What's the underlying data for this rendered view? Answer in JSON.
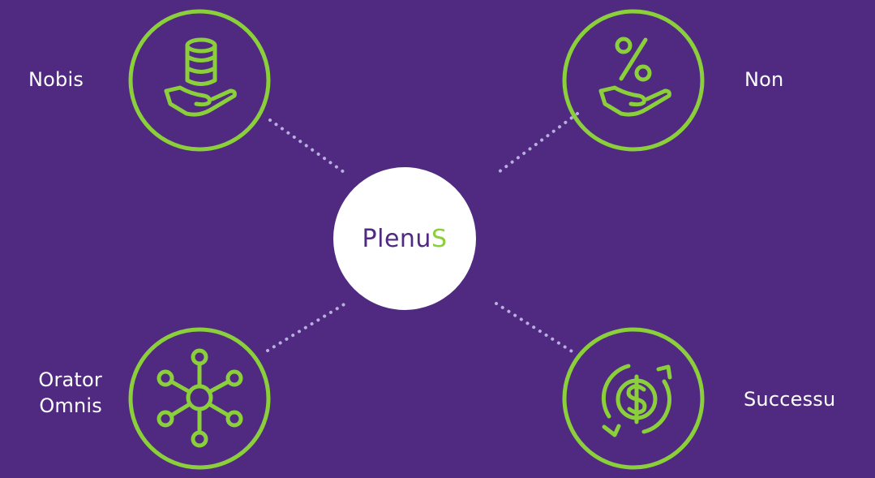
{
  "hub": {
    "brand_main": "Plenu",
    "brand_accent": "S"
  },
  "nodes": [
    {
      "id": "top-left",
      "label_lines": [
        "Nobis"
      ],
      "icon": "coins-on-hand-icon"
    },
    {
      "id": "top-right",
      "label_lines": [
        "Non"
      ],
      "icon": "percent-on-hand-icon"
    },
    {
      "id": "bottom-left",
      "label_lines": [
        "Orator",
        "Omnis"
      ],
      "icon": "network-hub-icon"
    },
    {
      "id": "bottom-right",
      "label_lines": [
        "Successu"
      ],
      "icon": "dollar-cycle-icon"
    }
  ],
  "colors": {
    "background": "#4f2a80",
    "accent": "#8bd03b",
    "hub_fill": "#ffffff",
    "text": "#ffffff",
    "connector": "#b9aee0"
  }
}
